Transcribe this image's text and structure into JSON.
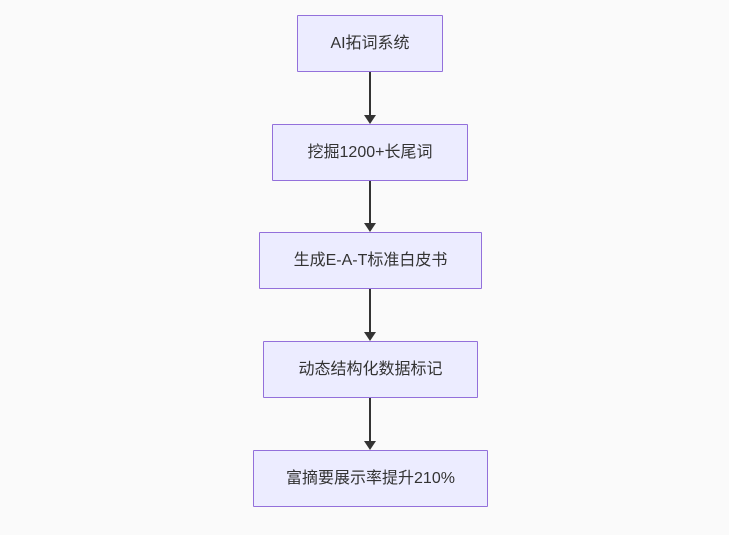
{
  "flowchart": {
    "type": "vertical-flowchart",
    "canvas_background": "#fafafa",
    "node_fill_color": "#ECECFF",
    "node_border_color": "#9370DB",
    "node_text_color": "#333333",
    "arrow_color": "#333333",
    "nodes": [
      {
        "label": "AI拓词系统"
      },
      {
        "label": "挖掘1200+长尾词"
      },
      {
        "label": "生成E-A-T标准白皮书"
      },
      {
        "label": "动态结构化数据标记"
      },
      {
        "label": "富摘要展示率提升210%"
      }
    ],
    "edges": [
      {
        "from": 0,
        "to": 1,
        "style": "arrow-down"
      },
      {
        "from": 1,
        "to": 2,
        "style": "arrow-down"
      },
      {
        "from": 2,
        "to": 3,
        "style": "arrow-down"
      },
      {
        "from": 3,
        "to": 4,
        "style": "arrow-down"
      }
    ]
  }
}
